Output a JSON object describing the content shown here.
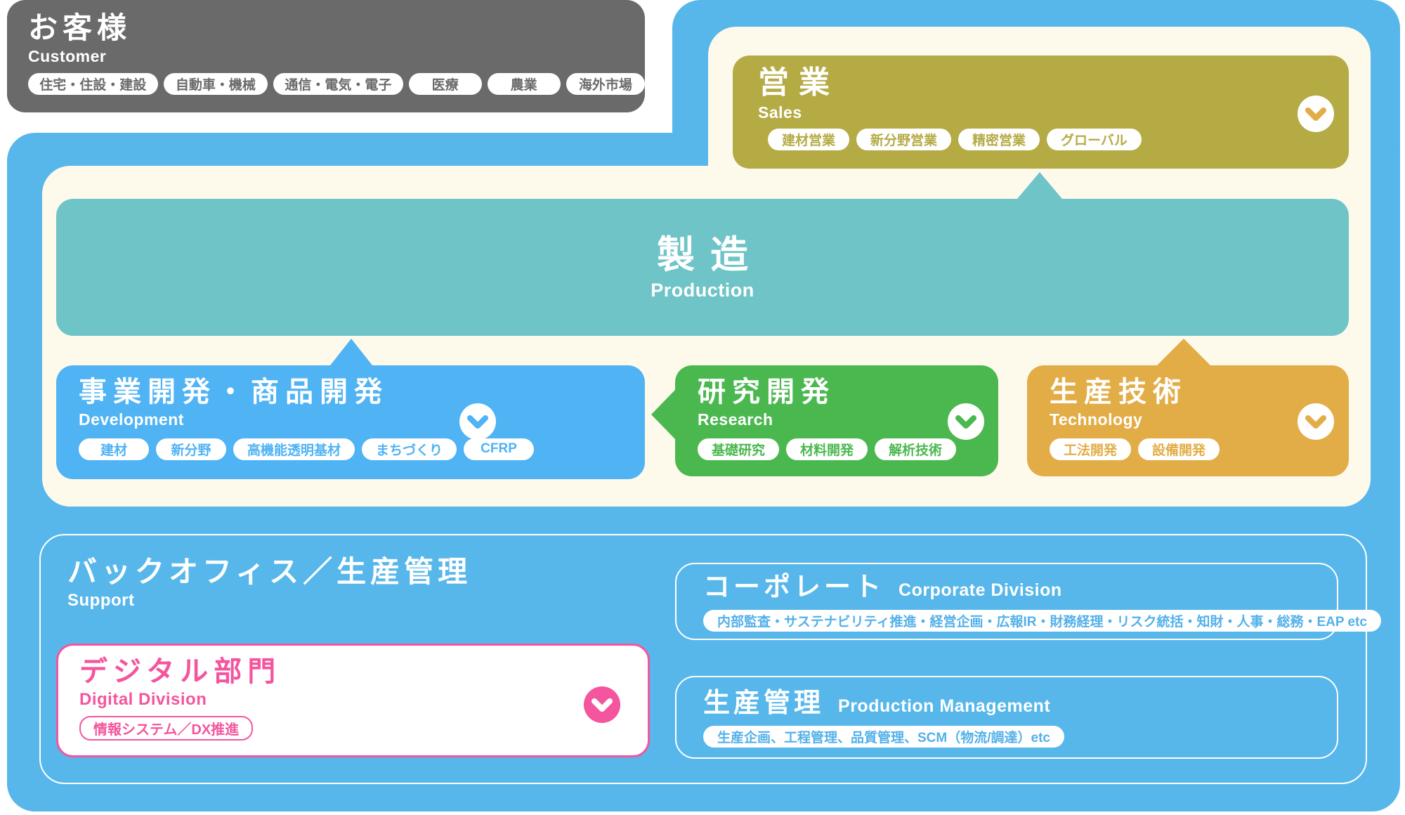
{
  "colors": {
    "background_blue": "#57B7EA",
    "cream_panel": "#FDFAEC",
    "customer_gray": "#6A6A6A",
    "sales_olive": "#B5AB45",
    "production_teal": "#6EC4C7",
    "development_blue": "#4FB3F4",
    "research_green": "#4BB84F",
    "technology_gold": "#E2AD46",
    "digital_pink": "#F4559E",
    "white": "#FFFFFF"
  },
  "customer": {
    "title": "お客様",
    "subtitle": "Customer",
    "pills": [
      "住宅・住設・建設",
      "自動車・機械",
      "通信・電気・電子",
      "医療",
      "農業",
      "海外市場"
    ]
  },
  "sales": {
    "title": "営業",
    "subtitle": "Sales",
    "pills": [
      "建材営業",
      "新分野営業",
      "精密営業",
      "グローバル"
    ]
  },
  "production": {
    "title": "製造",
    "subtitle": "Production"
  },
  "development": {
    "title": "事業開発・商品開発",
    "subtitle": "Development",
    "pills": [
      "建材",
      "新分野",
      "高機能透明基材",
      "まちづくり",
      "CFRP"
    ]
  },
  "research": {
    "title": "研究開発",
    "subtitle": "Research",
    "pills": [
      "基礎研究",
      "材料開発",
      "解析技術"
    ]
  },
  "technology": {
    "title": "生産技術",
    "subtitle": "Technology",
    "pills": [
      "工法開発",
      "設備開発"
    ]
  },
  "support": {
    "title": "バックオフィス／生産管理",
    "subtitle": "Support"
  },
  "digital": {
    "title": "デジタル部門",
    "subtitle": "Digital Division",
    "pill": "情報システム／DX推進"
  },
  "corporate": {
    "title": "コーポレート",
    "subtitle": "Corporate Division",
    "pill": "内部監査・サステナビリティ推進・経営企画・広報IR・財務経理・リスク統括・知財・人事・総務・EAP etc"
  },
  "production_management": {
    "title": "生産管理",
    "subtitle": "Production Management",
    "pill": "生産企画、工程管理、品質管理、SCM（物流/調達）etc"
  }
}
